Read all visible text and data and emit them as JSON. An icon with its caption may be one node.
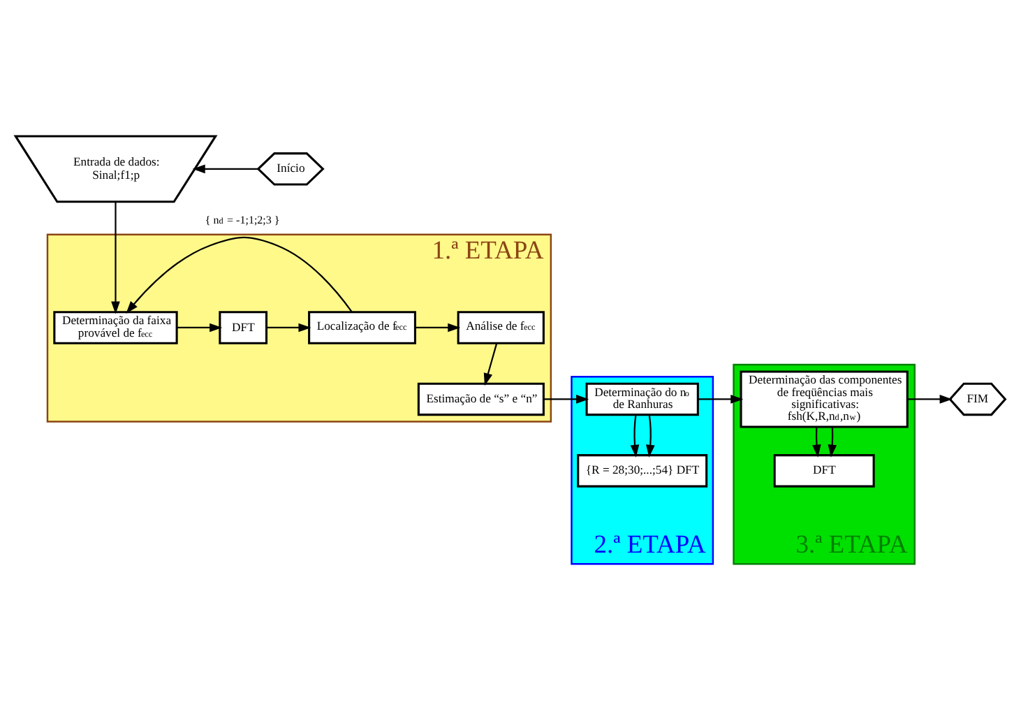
{
  "diagram": {
    "nodes": [
      {
        "text": [
          "Entrada de dados: Sinal;f1;p"
        ]
      },
      {
        "text": [
          "Início"
        ]
      },
      {
        "text": [
          "1.ª ETAPA"
        ]
      },
      {
        "text": [
          "Determinação da faixa provável de f$_{ecc}$"
        ],
        "in": 2
      },
      {
        "text": [
          "DFT"
        ],
        "in": 2
      },
      {
        "text": [
          "Localização de f$_{ecc}$"
        ],
        "in": 2
      },
      {
        "text": [
          "Análise de f$_{ecc}$"
        ],
        "in": 2
      },
      {
        "text": [
          "Estimação de “s” e “n”"
        ],
        "in": 2
      },
      {
        "text": [
          "2.ª ETAPA"
        ]
      },
      {
        "text": [
          "Determinação do n$^{o}$ de Ranhuras"
        ],
        "in": 8
      },
      {
        "text": [
          "{R = 28;30;...;54} DFT"
        ],
        "in": 8
      },
      {
        "text": [
          "3.ª ETAPA"
        ]
      },
      {
        "text": [
          "Determinação das componentes de freqüências mais significativas: fsh(K,R,n$_{d}$,n$_{w}$)"
        ],
        "in": 11
      },
      {
        "text": [
          "DFT"
        ],
        "in": 11
      },
      {
        "text": [
          "FIM"
        ]
      }
    ],
    "edges": [
      {
        "from": 1,
        "to": 0,
        "arrow": "to"
      },
      {
        "from": 0,
        "to": 3,
        "arrow": "to"
      },
      {
        "from": 3,
        "to": 4,
        "arrow": "to"
      },
      {
        "from": 4,
        "to": 5,
        "arrow": "to"
      },
      {
        "from": 5,
        "to": 6,
        "arrow": "to"
      },
      {
        "from": 5,
        "to": 3,
        "arrow": "to",
        "label": "{ n$_{d}$ = -1;1;2;3 }"
      },
      {
        "from": 6,
        "to": 7,
        "arrow": "to"
      },
      {
        "from": 7,
        "to": 9,
        "arrow": "to"
      },
      {
        "from": 9,
        "to": 10,
        "arrow": "to"
      },
      {
        "from": 9,
        "to": 10,
        "arrow": "to"
      },
      {
        "from": 9,
        "to": 12,
        "arrow": "to"
      },
      {
        "from": 12,
        "to": 13,
        "arrow": "to"
      },
      {
        "from": 12,
        "to": 13,
        "arrow": "to"
      },
      {
        "from": 12,
        "to": 14,
        "arrow": "to"
      }
    ]
  }
}
